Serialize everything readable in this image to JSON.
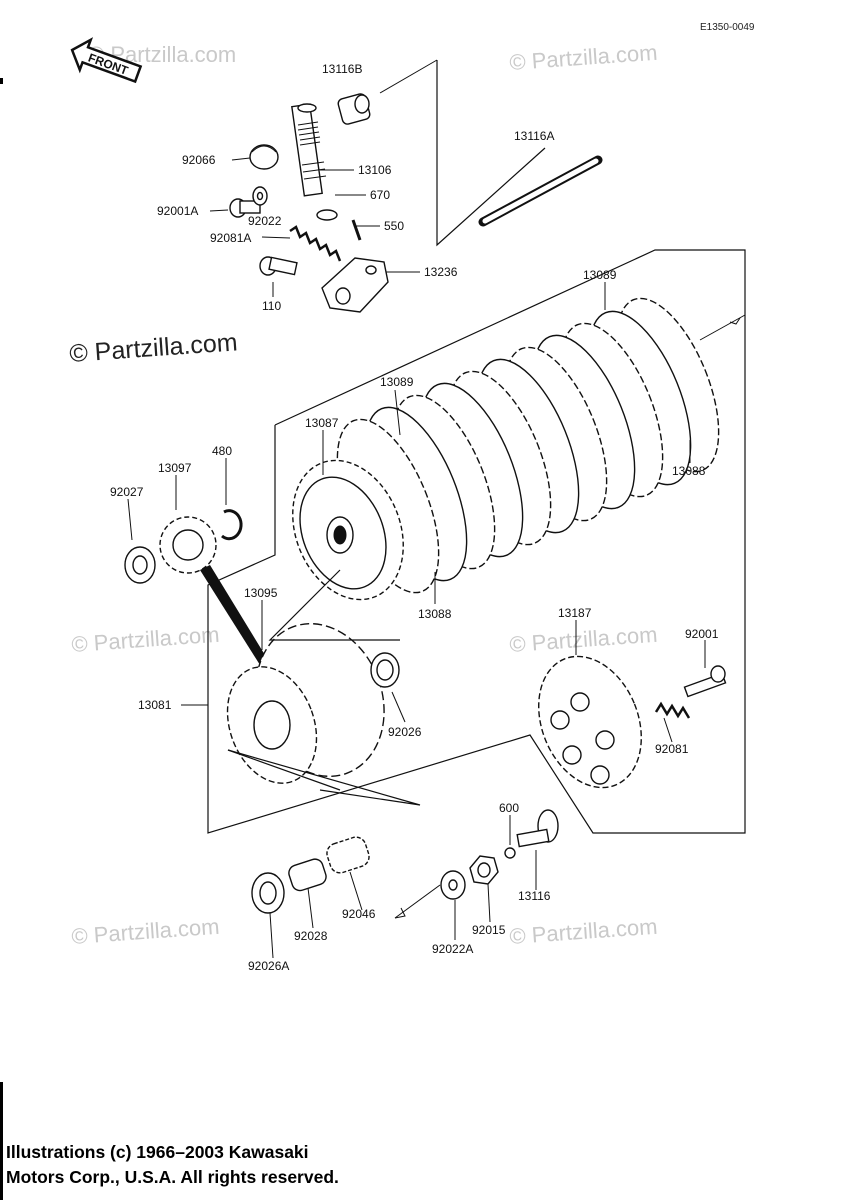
{
  "diagram_code": "E1350-0049",
  "front_label": "FRONT",
  "watermark": "© Partzilla.com",
  "parts": {
    "p13116B": "13116B",
    "p13116A": "13116A",
    "p92066": "92066",
    "p13106": "13106",
    "p670": "670",
    "p92001A": "92001A",
    "p92022": "92022",
    "p550": "550",
    "p92081A": "92081A",
    "p13236": "13236",
    "p110": "110",
    "p13089_top": "13089",
    "p13089_mid": "13089",
    "p13087": "13087",
    "p13088_right": "13088",
    "p480": "480",
    "p13097": "13097",
    "p92027": "92027",
    "p13095": "13095",
    "p13088_mid": "13088",
    "p13187": "13187",
    "p92001": "92001",
    "p13081": "13081",
    "p92026": "92026",
    "p92081": "92081",
    "p600": "600",
    "p13116": "13116",
    "p92046": "92046",
    "p92015": "92015",
    "p92028": "92028",
    "p92022A": "92022A",
    "p92026A": "92026A"
  },
  "copyright": {
    "line1": "Illustrations (c) 1966–2003 Kawasaki",
    "line2": "Motors Corp., U.S.A.  All rights reserved."
  }
}
